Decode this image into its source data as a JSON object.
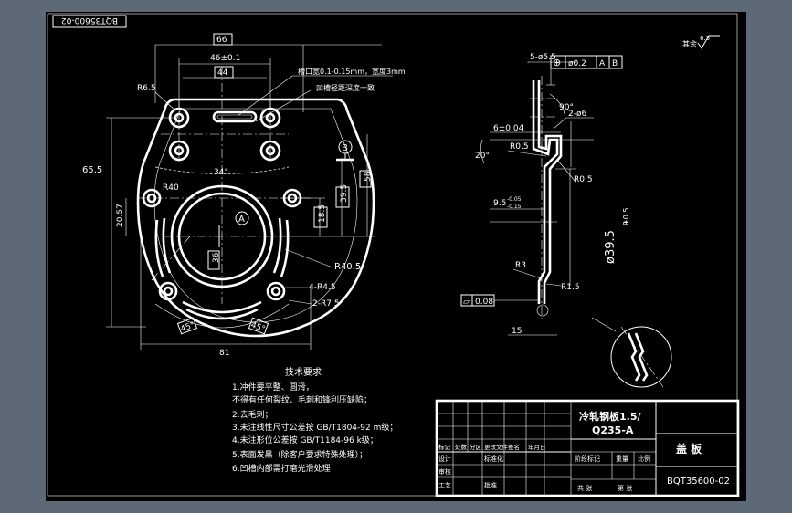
{
  "drawing_number_rotated": "BQT35600-02",
  "roughness": {
    "prefix": "其余",
    "value": "6.3"
  },
  "front_view": {
    "dims": {
      "d66": "66",
      "d46": "46±0.1",
      "d44": "44",
      "r65": "R6.5",
      "d655": "65.5",
      "d34": "34°",
      "r40": "R40",
      "d2057": "20.57",
      "d58": "58",
      "d395": "39.5",
      "d185": "18.5",
      "r405": "R40.5",
      "r45": "4-R4.5",
      "r75": "2-R7.5",
      "a45l": "45°",
      "a45r": "45°",
      "d81": "81",
      "d36": "36"
    },
    "datum_a": "A",
    "datum_b": "B",
    "note1": "槽口宽0.1-0.15mm，宽度3mm",
    "note2": "凹槽径距深度一致"
  },
  "side_view": {
    "position_tol": {
      "count_dia": "5-ø5.5",
      "symbol": "⊕",
      "tol": "ø0.2",
      "ref1": "A",
      "ref2": "B"
    },
    "angle90": "90°",
    "r2_6": "2-ø6",
    "d6": "6±0.04",
    "a20": "20°",
    "r05a": "R0.5",
    "r05b": "R0.5",
    "d95": "9.5",
    "d95_tol_upper": "-0.05",
    "d95_tol_lower": "-0.15",
    "d395": "ø39.5",
    "d395_tol_upper": "+0.5",
    "d395_tol_lower": "0",
    "r3": "R3",
    "r15": "R1.5",
    "flatness_symbol": "▱",
    "flatness": "0.08",
    "d15": "15"
  },
  "tech_req": {
    "title": "技术要求",
    "items": [
      "1.冲件要平整、圆滑，",
      "   不得有任何裂纹、毛刺和锋利压缺陷；",
      "2.去毛刺；",
      "3.未注线性尺寸公差按 GB/T1804-92 m级；",
      "4.未注形位公差按 GB/T1184-96 k级；",
      "5.表面发黑（除客户要求特殊处理）；",
      "6.凹槽内部需打磨光滑处理"
    ]
  },
  "title_block": {
    "material": "冷轧钢板1.5/",
    "material2": "Q235-A",
    "part_name": "盖   板",
    "drawing_no": "BQT35600-02",
    "rev_headers": [
      "标记",
      "处数",
      "分区",
      "更改文件号",
      "签名",
      "年月日"
    ],
    "design": "设计",
    "standardize": "标准化",
    "check": "审核",
    "process": "工艺",
    "approve": "批准",
    "stage": "阶段标记",
    "weight": "重量",
    "scale": "比例",
    "sheet": "共   张",
    "sheet2": "第   张"
  }
}
